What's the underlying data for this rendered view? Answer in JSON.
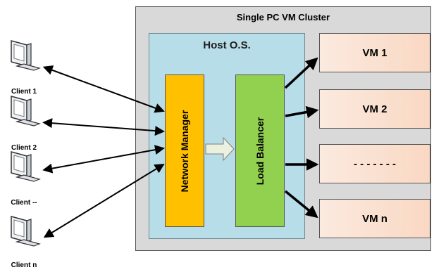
{
  "cluster": {
    "title": "Single PC VM Cluster"
  },
  "host": {
    "title": "Host O.S."
  },
  "network_manager": {
    "label": "Network Manager"
  },
  "load_balancer": {
    "label": "Load Balancer"
  },
  "vms": [
    {
      "label": "VM 1"
    },
    {
      "label": "VM 2"
    },
    {
      "label": "- - - - - - -"
    },
    {
      "label": "VM n"
    }
  ],
  "clients": [
    {
      "label": "Client 1",
      "icon": "monitor-icon"
    },
    {
      "label": "Client 2",
      "icon": "monitor-icon"
    },
    {
      "label": "Client --",
      "icon": "monitor-icon"
    },
    {
      "label": "Client n",
      "icon": "monitor-icon"
    }
  ],
  "colors": {
    "cluster_bg": "#d9d9d9",
    "host_bg": "#b7dde8",
    "network_manager_bg": "#ffc000",
    "load_balancer_bg": "#92d050",
    "vm_bg": "#fbeadf"
  }
}
